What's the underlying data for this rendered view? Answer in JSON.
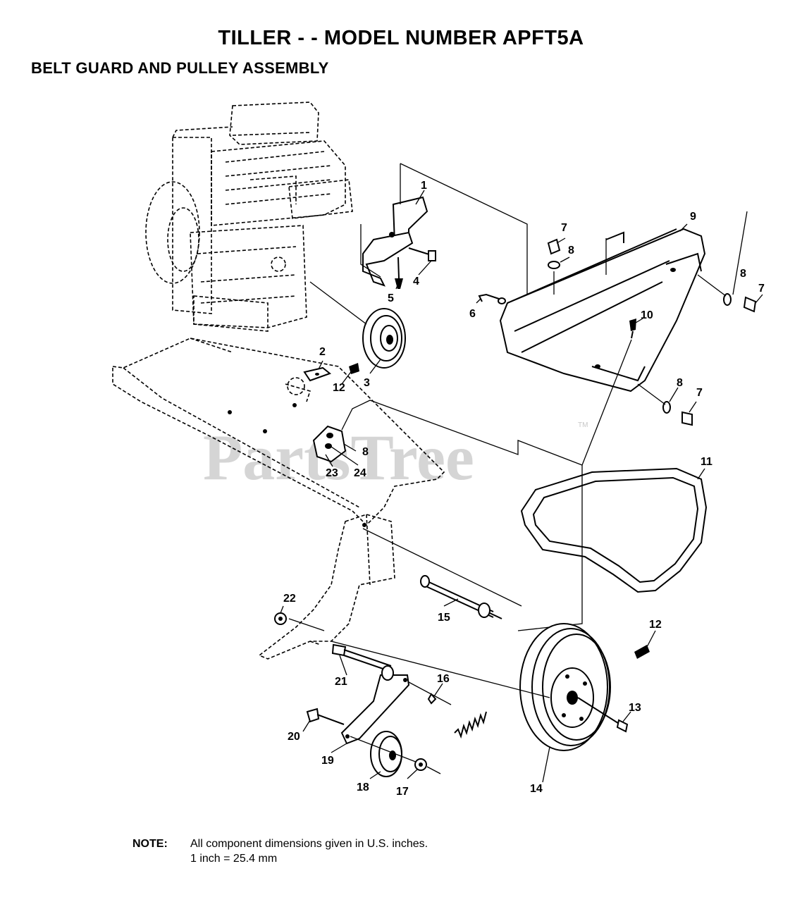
{
  "header": {
    "title": "TILLER - - MODEL NUMBER APFT5A",
    "subtitle": "BELT GUARD AND PULLEY ASSEMBLY"
  },
  "watermark": {
    "text": "PartsTree",
    "trademark": "TM"
  },
  "note": {
    "label": "NOTE:",
    "line1": "All component dimensions given in U.S. inches.",
    "line2": "1 inch = 25.4 mm"
  },
  "callouts": {
    "p1": "1",
    "p2": "2",
    "p3": "3",
    "p4": "4",
    "p5": "5",
    "p6": "6",
    "p7a": "7",
    "p7b": "7",
    "p7c": "7",
    "p8a": "8",
    "p8b": "8",
    "p8c": "8",
    "p8d": "8",
    "p9": "9",
    "p10": "10",
    "p11": "11",
    "p12a": "12",
    "p12b": "12",
    "p13": "13",
    "p14": "14",
    "p15": "15",
    "p16": "16",
    "p17": "17",
    "p18": "18",
    "p19": "19",
    "p20": "20",
    "p21": "21",
    "p22": "22",
    "p23": "23",
    "p24": "24"
  }
}
